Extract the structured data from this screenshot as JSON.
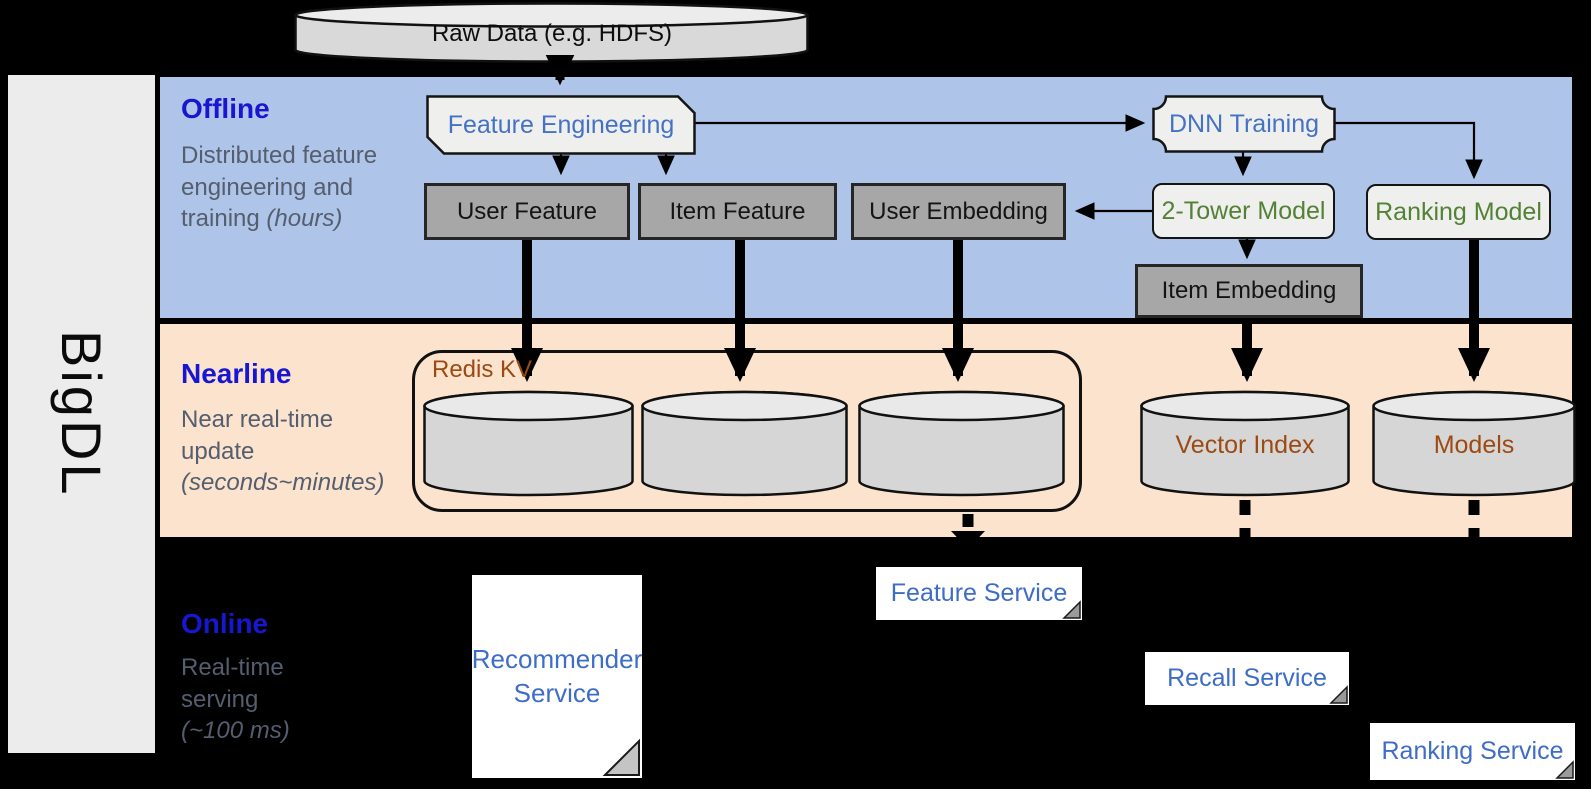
{
  "brand": {
    "label": "BigDL"
  },
  "raw_data": {
    "label": "Raw Data (e.g. HDFS)"
  },
  "sections": [
    {
      "id": "offline",
      "title": "Offline",
      "subtitle": "Distributed feature engineering and training",
      "time_note": "(hours)"
    },
    {
      "id": "nearline",
      "title": "Nearline",
      "subtitle": "Near real-time update",
      "time_note": "(seconds~minutes)"
    },
    {
      "id": "online",
      "title": "Online",
      "subtitle": "Real-time serving",
      "time_note": "(~100 ms)"
    }
  ],
  "nodes": {
    "feature_engineering": "Feature Engineering",
    "dnn_training": "DNN Training",
    "user_feature": "User Feature",
    "item_feature": "Item Feature",
    "user_embedding": "User Embedding",
    "two_tower_model": "2-Tower Model",
    "ranking_model": "Ranking Model",
    "item_embedding": "Item Embedding",
    "redis_kv": "Redis KV",
    "vector_index": "Vector Index",
    "models": "Models",
    "recommender_service": "Recommender Service",
    "feature_service": "Feature Service",
    "recall_service": "Recall Service",
    "ranking_service": "Ranking Service"
  },
  "colors": {
    "offline_band": "#aec4e8",
    "nearline_band": "#fbe3ce",
    "online_band": "#000000",
    "section_title_blue": "#1717d1",
    "subtitle_gray": "#545e6e",
    "node_blue_text": "#4472c4",
    "node_green_text": "#538135",
    "storage_brown_text": "#9c4a12",
    "gray_box_fill": "#a7a7a7",
    "light_box_fill": "#efefed",
    "cylinder_fill": "#d6d6d6",
    "sidebar_fill": "#ececec",
    "connector": "#000000"
  }
}
